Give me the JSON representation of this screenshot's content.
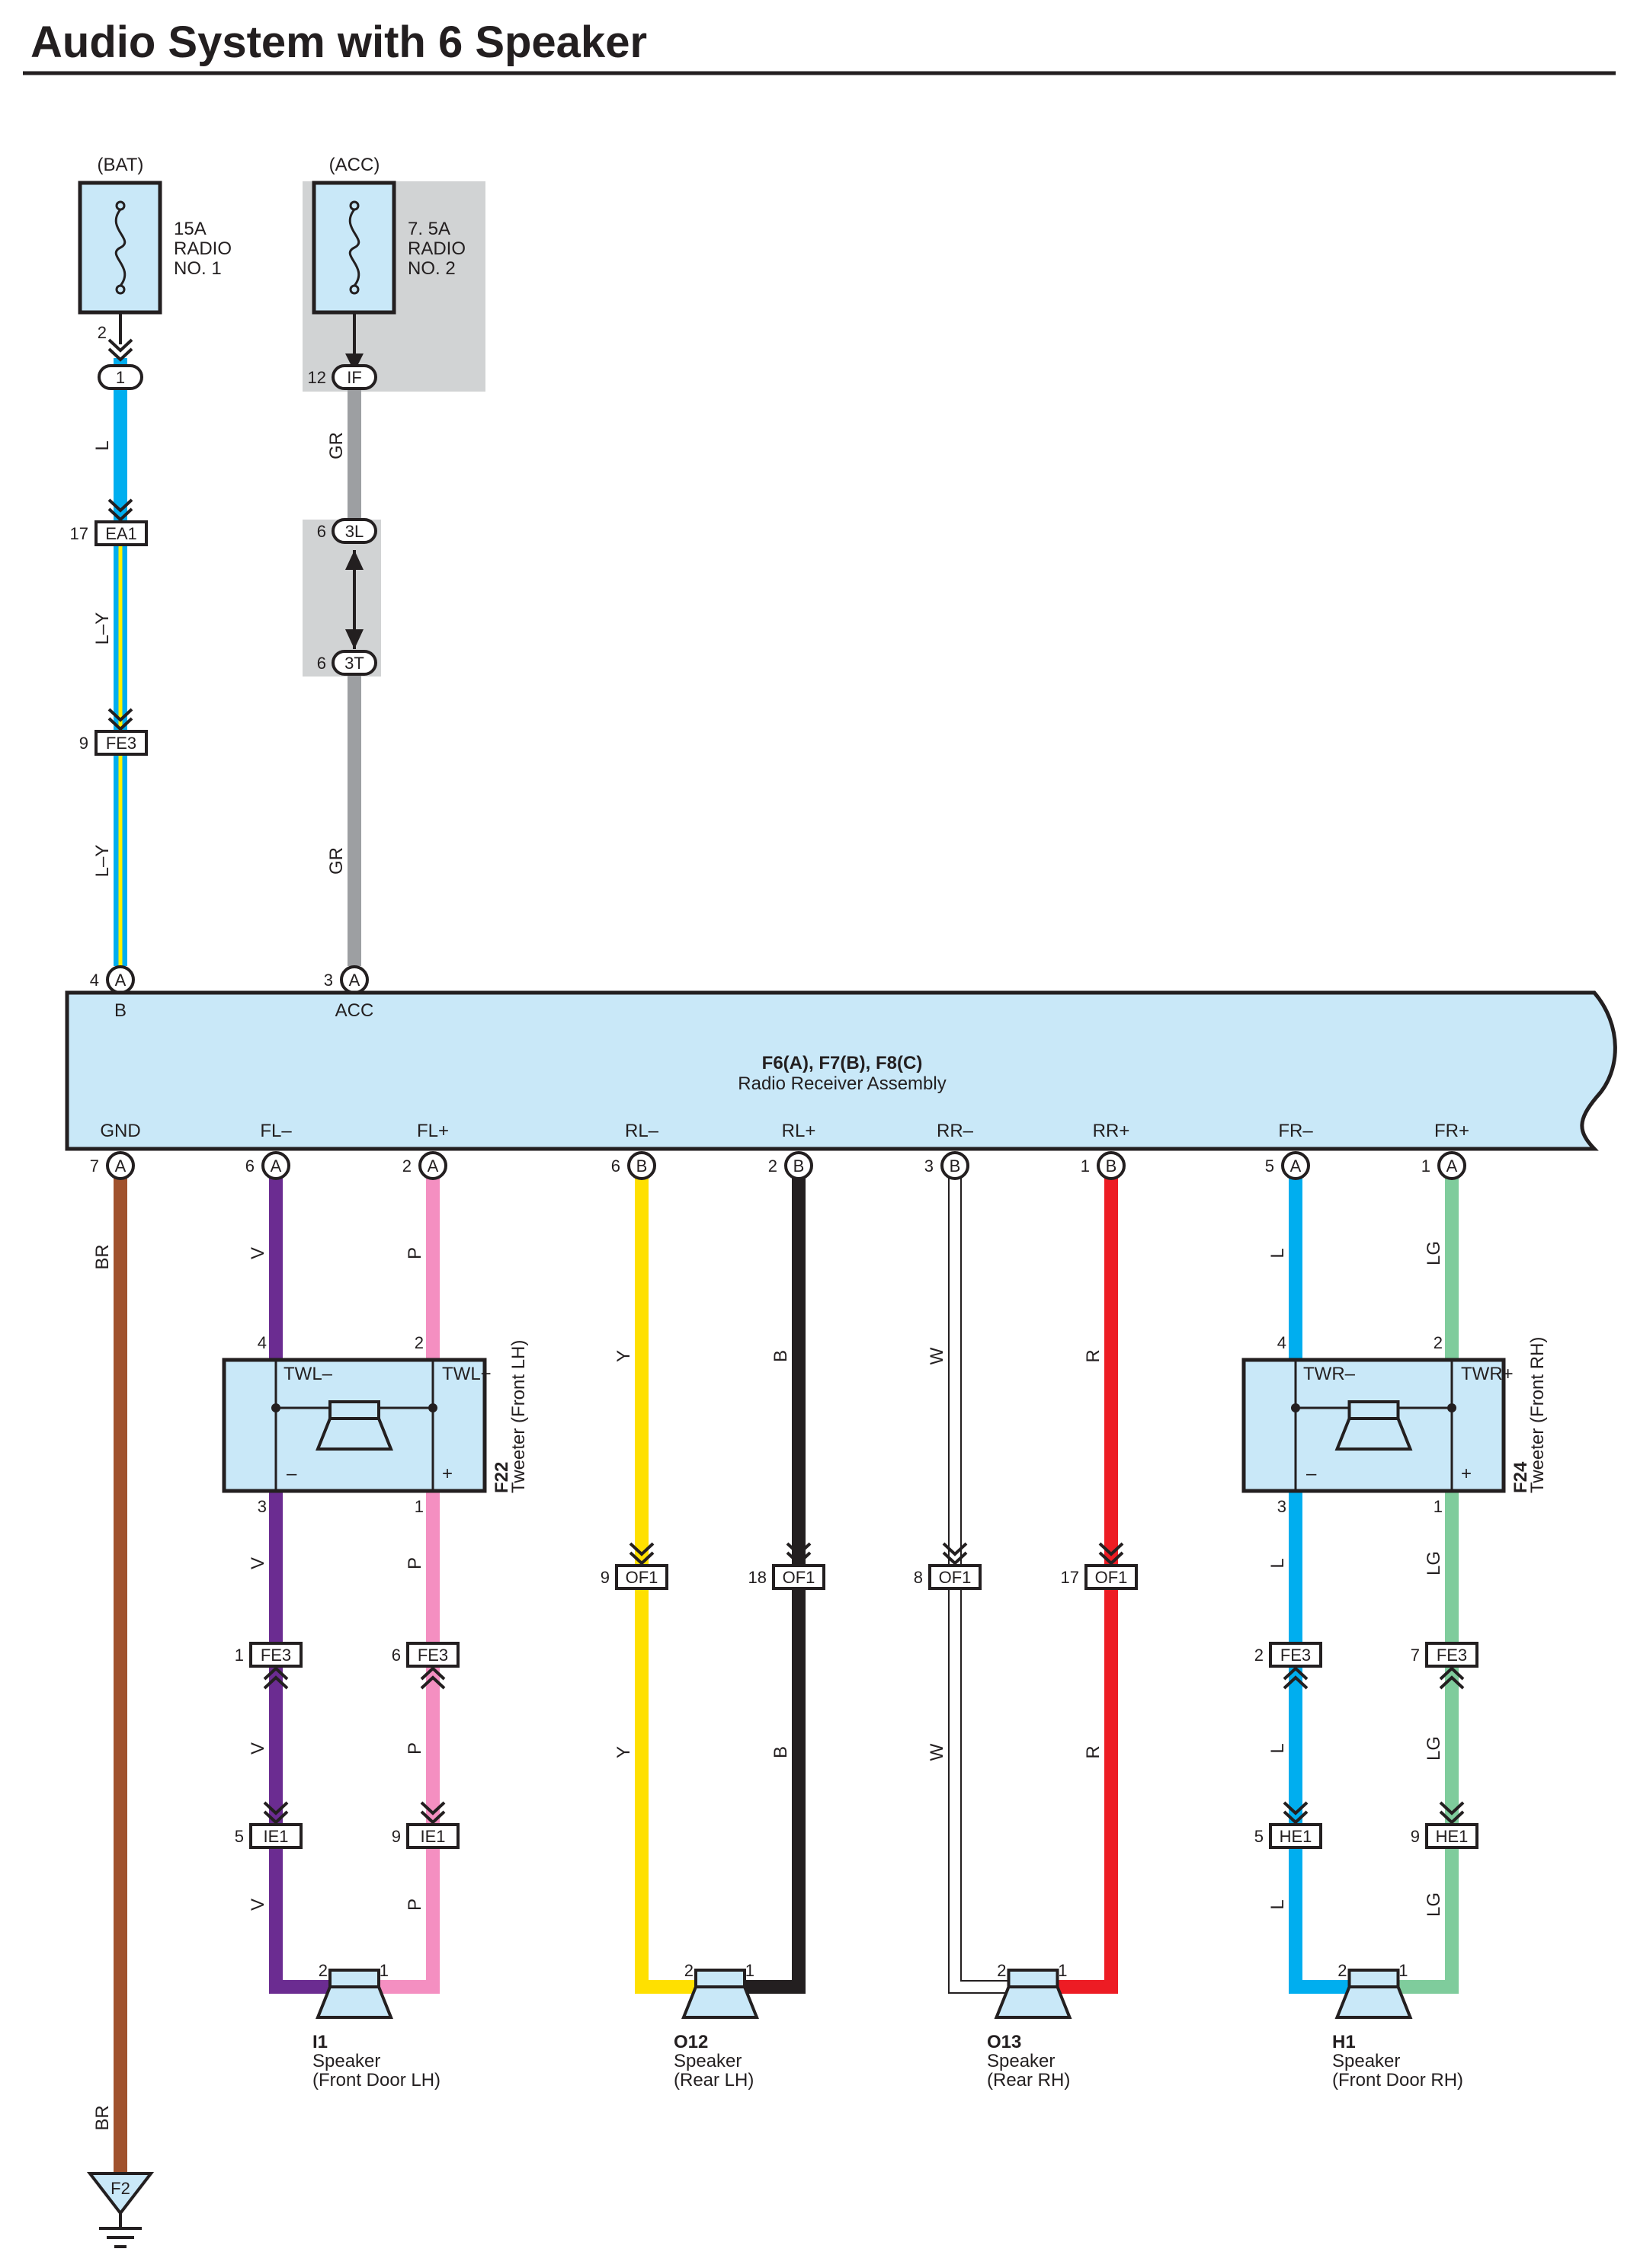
{
  "title": "Audio System with 6 Speaker",
  "colors": {
    "L": "#00aeef",
    "LY_base": "#00aeef",
    "LY_stripe": "#fff200",
    "GR": "#9d9fa2",
    "BR": "#a0522d",
    "V": "#6b2c91",
    "P": "#f48fc1",
    "Y": "#ffe000",
    "B": "#231f20",
    "W": "#ffffff",
    "R": "#ed1c24",
    "LG": "#7fcc9c",
    "component_fill": "#c9e8f8",
    "shade": "#d1d3d4"
  },
  "power": {
    "bat": {
      "source": "(BAT)",
      "amp": "15A",
      "name1": "RADIO",
      "name2": "NO. 1"
    },
    "acc": {
      "source": "(ACC)",
      "amp": "7. 5A",
      "name1": "RADIO",
      "name2": "NO. 2"
    }
  },
  "wire_labels": {
    "L": "L",
    "LY": "L–Y",
    "GR": "GR",
    "BR": "BR",
    "V": "V",
    "P": "P",
    "Y": "Y",
    "B": "B",
    "W": "W",
    "R": "R",
    "LG": "LG"
  },
  "connectors": {
    "c1": "1",
    "cIF": "IF",
    "cEA1": "EA1",
    "cFE3": "FE3",
    "c3L": "3L",
    "c3T": "3T",
    "cOF1": "OF1",
    "cIE1": "IE1",
    "cHE1": "HE1",
    "cA": "A",
    "cB": "B"
  },
  "pins": {
    "p2": "2",
    "p12": "12",
    "p17": "17",
    "p9": "9",
    "p6": "6",
    "p4": "4",
    "p3": "3",
    "p7": "7",
    "p1": "1",
    "p5": "5",
    "p18": "18",
    "p8": "8"
  },
  "receiver": {
    "ids": "F6(A), F7(B), F8(C)",
    "name": "Radio Receiver Assembly",
    "top_terms": [
      "B",
      "ACC"
    ],
    "bottom_terms": [
      "GND",
      "FL–",
      "FL+",
      "RL–",
      "RL+",
      "RR–",
      "RR+",
      "FR–",
      "FR+"
    ]
  },
  "tweeters": {
    "left": {
      "id": "F22",
      "name": "Tweeter (Front LH)",
      "t_minus": "TWL–",
      "t_plus": "TWL+",
      "minus": "–",
      "plus": "+"
    },
    "right": {
      "id": "F24",
      "name": "Tweeter (Front RH)",
      "t_minus": "TWR–",
      "t_plus": "TWR+",
      "minus": "–",
      "plus": "+"
    }
  },
  "speakers": {
    "I1": {
      "id": "I1",
      "l1": "Speaker",
      "l2": "(Front Door LH)"
    },
    "O12": {
      "id": "O12",
      "l1": "Speaker",
      "l2": "(Rear LH)"
    },
    "O13": {
      "id": "O13",
      "l1": "Speaker",
      "l2": "(Rear RH)"
    },
    "H1": {
      "id": "H1",
      "l1": "Speaker",
      "l2": "(Front Door RH)"
    }
  },
  "ground": {
    "id": "F2"
  }
}
